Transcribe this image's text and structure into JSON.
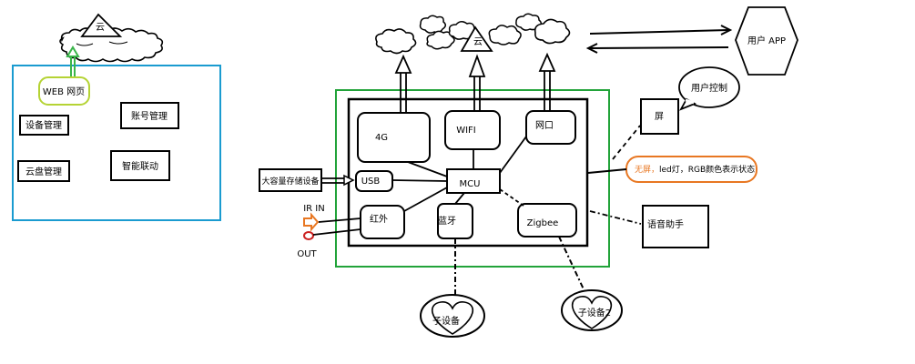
{
  "left_panel": {
    "cloud_label": "云",
    "web_page": "WEB 网页",
    "device_mgmt": "设备管理",
    "account_mgmt": "账号管理",
    "cloud_disk_mgmt": "云盘管理",
    "smart_linkage": "智能联动"
  },
  "top": {
    "cloud_label": "云",
    "user_app": "用户 APP"
  },
  "hub": {
    "module_4g": "4G",
    "module_wifi": "WIFI",
    "module_port": "网口",
    "module_usb": "USB",
    "module_mcu": "MCU",
    "module_ir": "红外",
    "module_bt": "蓝牙",
    "module_zigbee": "Zigbee"
  },
  "left_io": {
    "storage": "大容量存储设备",
    "ir_in": "IR IN",
    "out": "OUT"
  },
  "right": {
    "screen": "屏",
    "user_control": "用户控制",
    "status_prefix": "无屏，",
    "status_rest": "led灯，RGB颜色表示状态",
    "voice_assistant": "语音助手"
  },
  "children": {
    "child_1": "子设备",
    "child_2": "子设备2"
  },
  "colors": {
    "blue_frame": "#1a9bd0",
    "green_frame": "#22a33a",
    "web_frame": "#b5d334",
    "green_arrow": "#3ab54a",
    "orange": "#e87722",
    "red": "#cc2222",
    "black": "#000000"
  }
}
